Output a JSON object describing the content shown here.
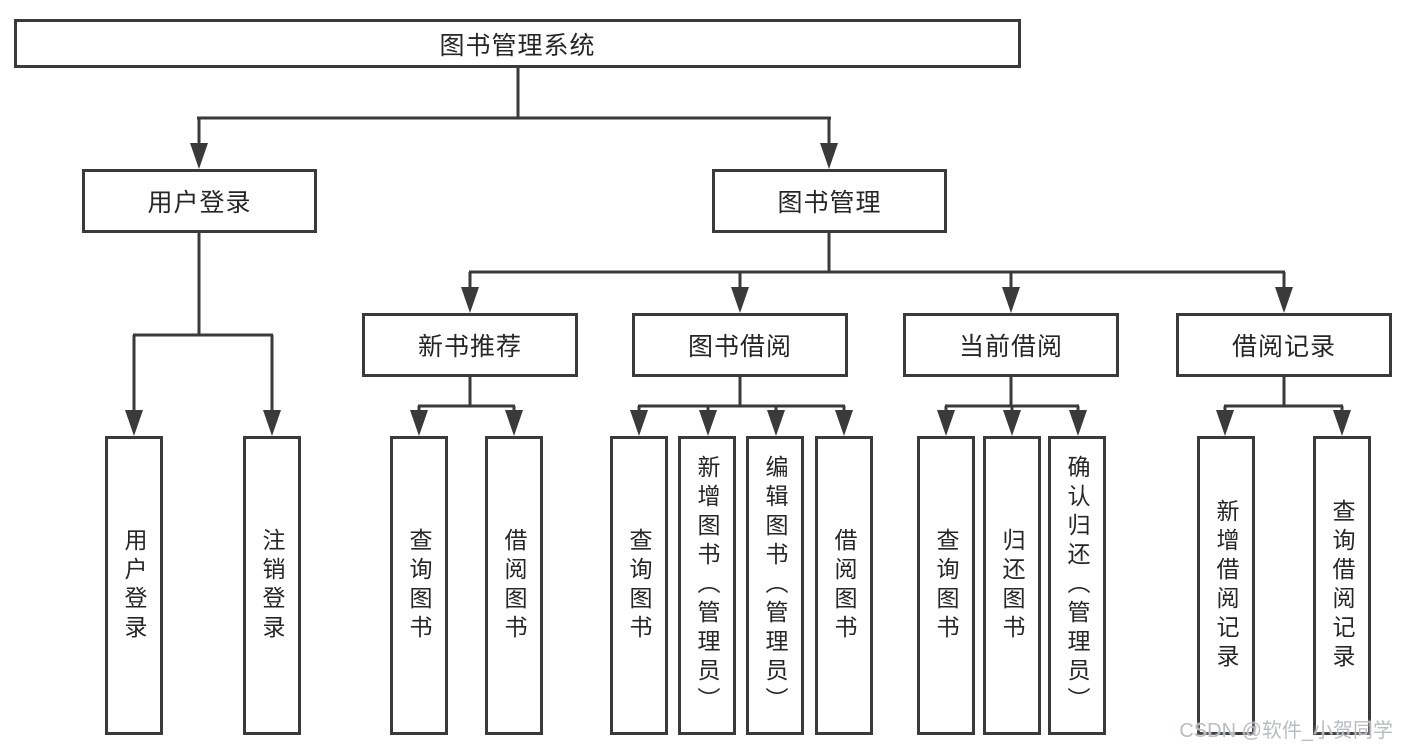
{
  "tree": {
    "label": "图书管理系统",
    "children": [
      {
        "label": "用户登录",
        "children": [
          {
            "label": "用户登录"
          },
          {
            "label": "注销登录"
          }
        ]
      },
      {
        "label": "图书管理",
        "children": [
          {
            "label": "新书推荐",
            "children": [
              {
                "label": "查询图书"
              },
              {
                "label": "借阅图书"
              }
            ]
          },
          {
            "label": "图书借阅",
            "children": [
              {
                "label": "查询图书"
              },
              {
                "label": "新增图书（管理员）"
              },
              {
                "label": "编辑图书（管理员）"
              },
              {
                "label": "借阅图书"
              }
            ]
          },
          {
            "label": "当前借阅",
            "children": [
              {
                "label": "查询图书"
              },
              {
                "label": "归还图书"
              },
              {
                "label": "确认归还（管理员）"
              }
            ]
          },
          {
            "label": "借阅记录",
            "children": [
              {
                "label": "新增借阅记录"
              },
              {
                "label": "查询借阅记录"
              }
            ]
          }
        ]
      }
    ]
  },
  "watermark": "CSDN @软件_小贺同学",
  "colors": {
    "line": "#3a3a3a",
    "text": "#262626",
    "watermark": "#b9bdc2",
    "background": "#ffffff"
  }
}
